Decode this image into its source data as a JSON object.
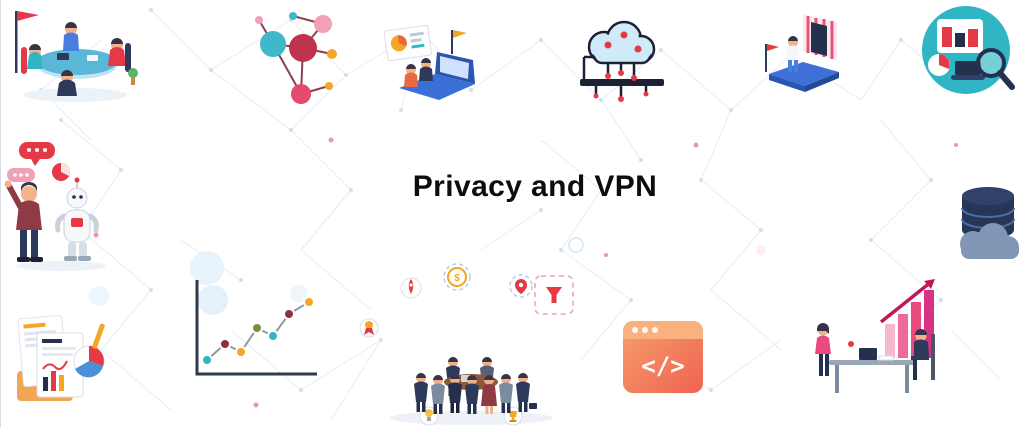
{
  "hero": {
    "title": "Privacy and VPN"
  },
  "code_window": {
    "glyph": "</>"
  },
  "badges": {
    "coin_symbol": "$"
  },
  "colors": {
    "background": "#ffffff",
    "title": "#0d0d0d",
    "accent_teal": "#2fb5c4",
    "accent_red": "#e63946",
    "accent_navy": "#2e3a5c",
    "accent_orange": "#f5a623",
    "accent_pink": "#e84a7f",
    "network_line": "#e6edf5"
  },
  "illustrations": [
    {
      "name": "team-meeting-illustration",
      "position": "top-left"
    },
    {
      "name": "network-nodes-illustration",
      "position": "top-left-center"
    },
    {
      "name": "presentation-illustration",
      "position": "top-center-left"
    },
    {
      "name": "cloud-circuit-illustration",
      "position": "top-center"
    },
    {
      "name": "doorway-illustration",
      "position": "top-right-center"
    },
    {
      "name": "analytics-dashboard-illustration",
      "position": "top-right"
    },
    {
      "name": "ai-robot-illustration",
      "position": "middle-left"
    },
    {
      "name": "database-cloud-illustration",
      "position": "middle-right"
    },
    {
      "name": "documents-report-illustration",
      "position": "bottom-left"
    },
    {
      "name": "line-graph-illustration",
      "position": "bottom-left-center"
    },
    {
      "name": "business-team-illustration",
      "position": "bottom-center"
    },
    {
      "name": "code-editor-illustration",
      "position": "bottom-right-center"
    },
    {
      "name": "growth-chart-illustration",
      "position": "bottom-right"
    }
  ]
}
